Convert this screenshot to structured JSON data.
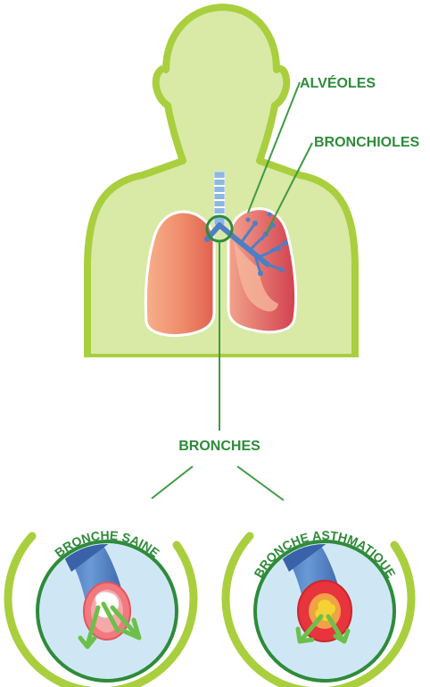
{
  "labels": {
    "alveoles": "ALVÉOLES",
    "bronchioles": "BRONCHIOLES",
    "bronches": "BRONCHES",
    "bronche_saine": "BRONCHE SAINE",
    "bronche_asthmatique": "BRONCHE ASTHMATIQUE"
  },
  "colors": {
    "body_fill": "#d9e9a6",
    "body_outline": "#a9cf3e",
    "label_green": "#2e8b3a",
    "line_green": "#3f9a44",
    "lung_left": "#ee8a66",
    "lung_right": "#d84b5e",
    "airway_blue": "#4d7fc4",
    "water_blue": "#cfe7f4",
    "bronchus_wall": "#f07a80",
    "arrow_green": "#6cc04a",
    "mucus_yellow": "#f4d235"
  },
  "icons": {
    "magnifier_circle": "zoom-circle-icon",
    "airflow_arrows": "airflow-arrows-icon"
  }
}
